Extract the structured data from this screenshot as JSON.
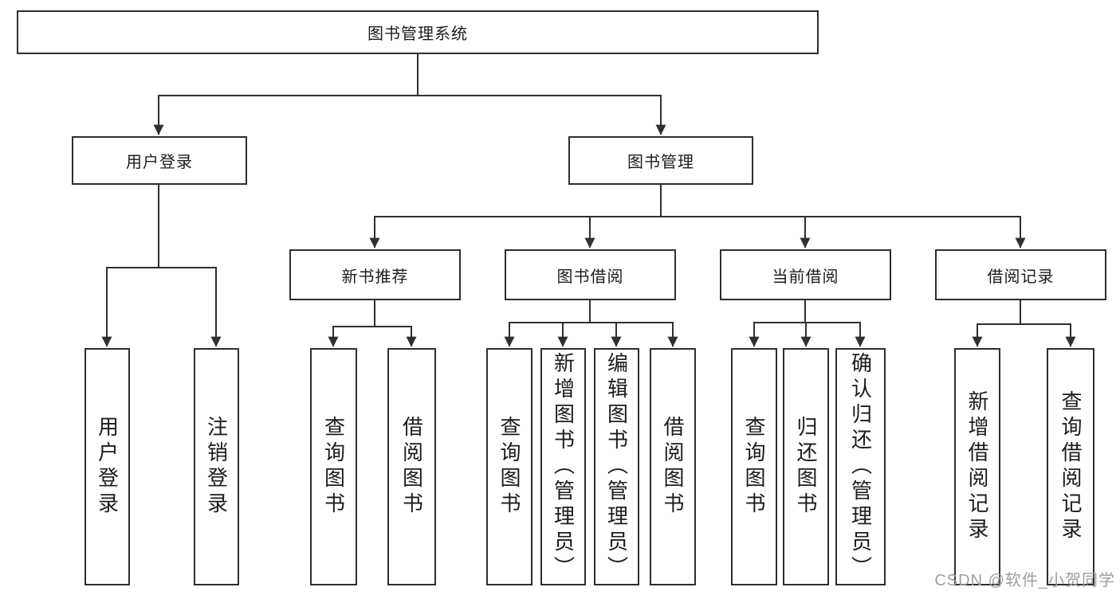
{
  "colors": {
    "background": "#ffffff",
    "line": "#303030",
    "box_border": "#2e2e2e",
    "text": "#1c1c1c",
    "watermark": "#9e9e9e"
  },
  "tree": {
    "root": "图书管理系统",
    "level1": [
      "用户登录",
      "图书管理"
    ],
    "level2": [
      "新书推荐",
      "图书借阅",
      "当前借阅",
      "借阅记录"
    ],
    "leaves": {
      "user_login": [
        "用户登录",
        "注销登录"
      ],
      "new_book_recommend": [
        "查询图书",
        "借阅图书"
      ],
      "book_borrow": [
        "查询图书",
        "新增图书（管理员）",
        "编辑图书（管理员）",
        "借阅图书"
      ],
      "current_borrow": [
        "查询图书",
        "归还图书",
        "确认归还（管理员）"
      ],
      "borrow_records": [
        "新增借阅记录",
        "查询借阅记录"
      ]
    }
  },
  "watermark": {
    "text": "CSDN @软件_小贺同学"
  }
}
